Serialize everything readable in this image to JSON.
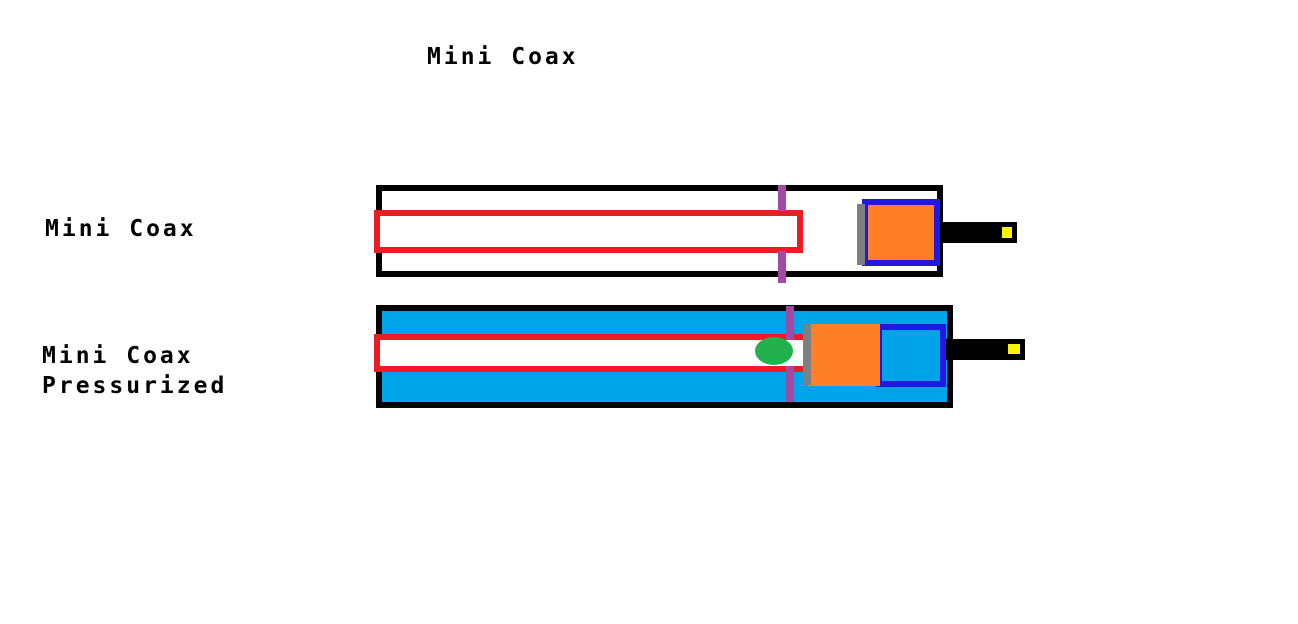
{
  "title": {
    "text": "Mini Coax"
  },
  "colors": {
    "black": "#000000",
    "white": "#ffffff",
    "red": "#ed1c24",
    "purple": "#a349a4",
    "cyan": "#00a2e8",
    "green": "#22b14c",
    "orange": "#ff7f27",
    "yellow": "#fff200",
    "gray": "#7f7f7f",
    "blue": "#2119e0"
  },
  "diagrams": [
    {
      "label": "Mini Coax"
    },
    {
      "label_line1": "Mini Coax",
      "label_line2": "Pressurized"
    }
  ]
}
